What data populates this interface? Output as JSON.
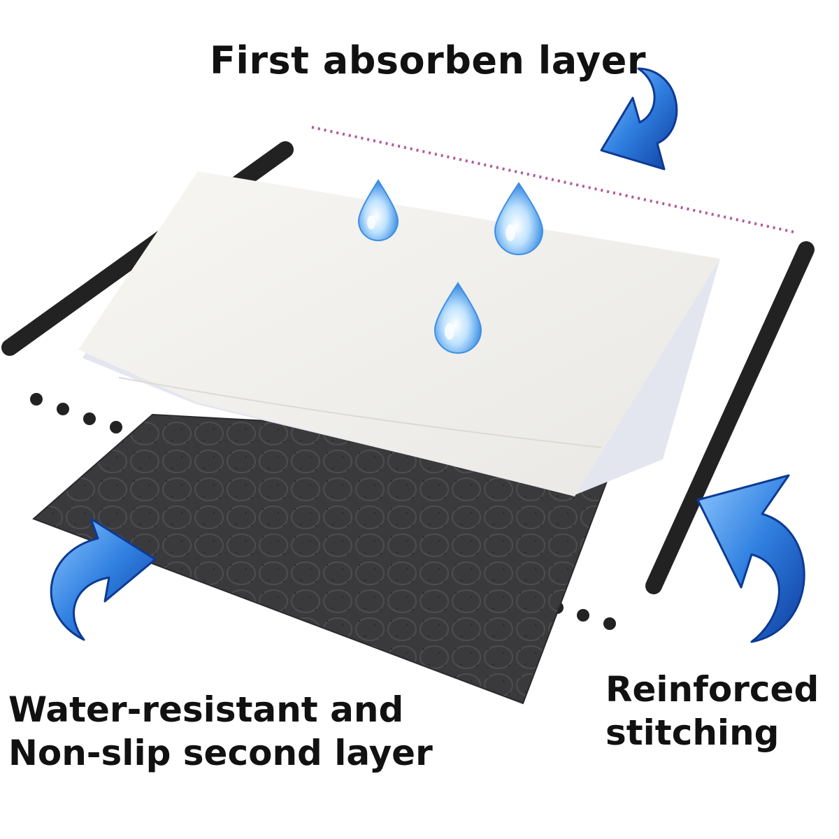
{
  "labels": {
    "top": "First absorben layer",
    "bottom_left_line1": "Water-resistant and",
    "bottom_left_line2": "Non-slip second layer",
    "bottom_right_line1": "Reinforced",
    "bottom_right_line2": "stitching"
  },
  "colors": {
    "absorbent_layer": "#f3f2ef",
    "bottom_layer": "#3a3a3c",
    "stitch_bar": "#222222",
    "dotted_stitch": "#b2579a",
    "arrow": "#2f7fe0",
    "drop": "#58a8ec"
  },
  "icons": [
    "water-drop-icon",
    "curved-arrow-icon"
  ]
}
